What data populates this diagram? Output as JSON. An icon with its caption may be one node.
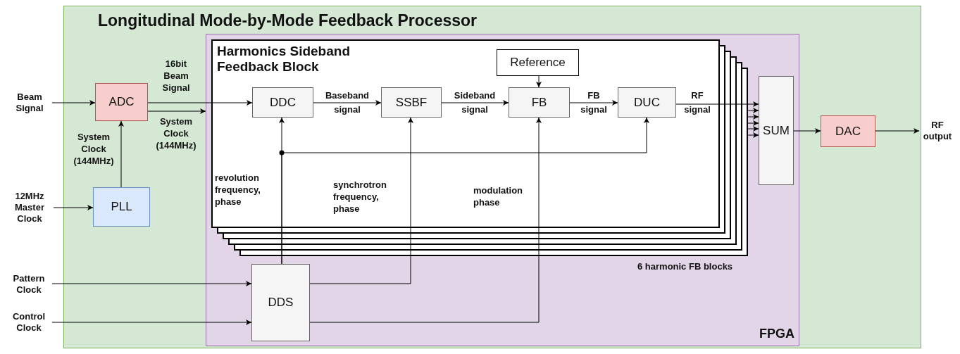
{
  "diagram": {
    "nodes": [
      {
        "text": [
          "Longitudinal Mode-by-Mode Feedback Processor"
        ]
      },
      {
        "text": [
          "FPGA"
        ],
        "in": 0
      },
      {
        "text": [
          "Harmonics Sideband Feedback Block"
        ],
        "in": 1
      },
      {
        "text": [
          "Reference"
        ],
        "in": 2
      },
      {
        "text": [
          "DDC"
        ],
        "in": 2
      },
      {
        "text": [
          "SSBF"
        ],
        "in": 2
      },
      {
        "text": [
          "FB"
        ],
        "in": 2
      },
      {
        "text": [
          "DUC"
        ],
        "in": 2
      },
      {
        "text": [
          "SUM"
        ],
        "in": 1
      },
      {
        "text": [
          "DDS"
        ],
        "in": 1
      },
      {
        "text": [
          "ADC"
        ],
        "in": 0
      },
      {
        "text": [
          "PLL"
        ],
        "in": 0
      },
      {
        "text": [
          "DAC"
        ],
        "in": 0
      },
      {
        "text": [
          "Beam Signal"
        ]
      },
      {
        "text": [
          "12MHz Master Clock"
        ]
      },
      {
        "text": [
          "Pattern Clock"
        ]
      },
      {
        "text": [
          "Control Clock"
        ]
      },
      {
        "text": [
          "RF output"
        ]
      }
    ],
    "edges": [
      {
        "from": 13,
        "to": 10,
        "arrow": "to"
      },
      {
        "from": 11,
        "to": 10,
        "arrow": "to",
        "label": "System Clock (144MHz)"
      },
      {
        "from": 14,
        "to": 11,
        "arrow": "to"
      },
      {
        "from": 10,
        "to": 4,
        "arrow": "to",
        "label": "16bit Beam Signal"
      },
      {
        "from": 10,
        "to": 1,
        "arrow": "to",
        "label": "System Clock (144MHz)"
      },
      {
        "from": 4,
        "to": 5,
        "arrow": "to",
        "label": "Baseband signal"
      },
      {
        "from": 5,
        "to": 6,
        "arrow": "to",
        "label": "Sideband signal"
      },
      {
        "from": 3,
        "to": 6,
        "arrow": "to"
      },
      {
        "from": 6,
        "to": 7,
        "arrow": "to",
        "label": "FB signal"
      },
      {
        "from": 7,
        "to": 8,
        "arrow": "to",
        "label": "RF signal"
      },
      {
        "from": 2,
        "to": 8,
        "arrow": "to"
      },
      {
        "from": 2,
        "to": 8,
        "arrow": "to"
      },
      {
        "from": 2,
        "to": 8,
        "arrow": "to"
      },
      {
        "from": 2,
        "to": 8,
        "arrow": "to"
      },
      {
        "from": 2,
        "to": 8,
        "arrow": "to"
      },
      {
        "from": 8,
        "to": 12,
        "arrow": "to"
      },
      {
        "from": 12,
        "to": 17,
        "arrow": "to"
      },
      {
        "from": 15,
        "to": 9,
        "arrow": "to"
      },
      {
        "from": 16,
        "to": 9,
        "arrow": "to"
      },
      {
        "from": 9,
        "to": 4,
        "arrow": "to",
        "label": "revolution frequency, phase"
      },
      {
        "from": 9,
        "to": 7,
        "arrow": "to"
      },
      {
        "from": 9,
        "to": 5,
        "arrow": "to",
        "label": "synchrotron frequency, phase"
      },
      {
        "from": 9,
        "to": 6,
        "arrow": "to",
        "label": "modulation phase"
      }
    ],
    "labels": [
      "6 harmonic FB blocks"
    ]
  }
}
